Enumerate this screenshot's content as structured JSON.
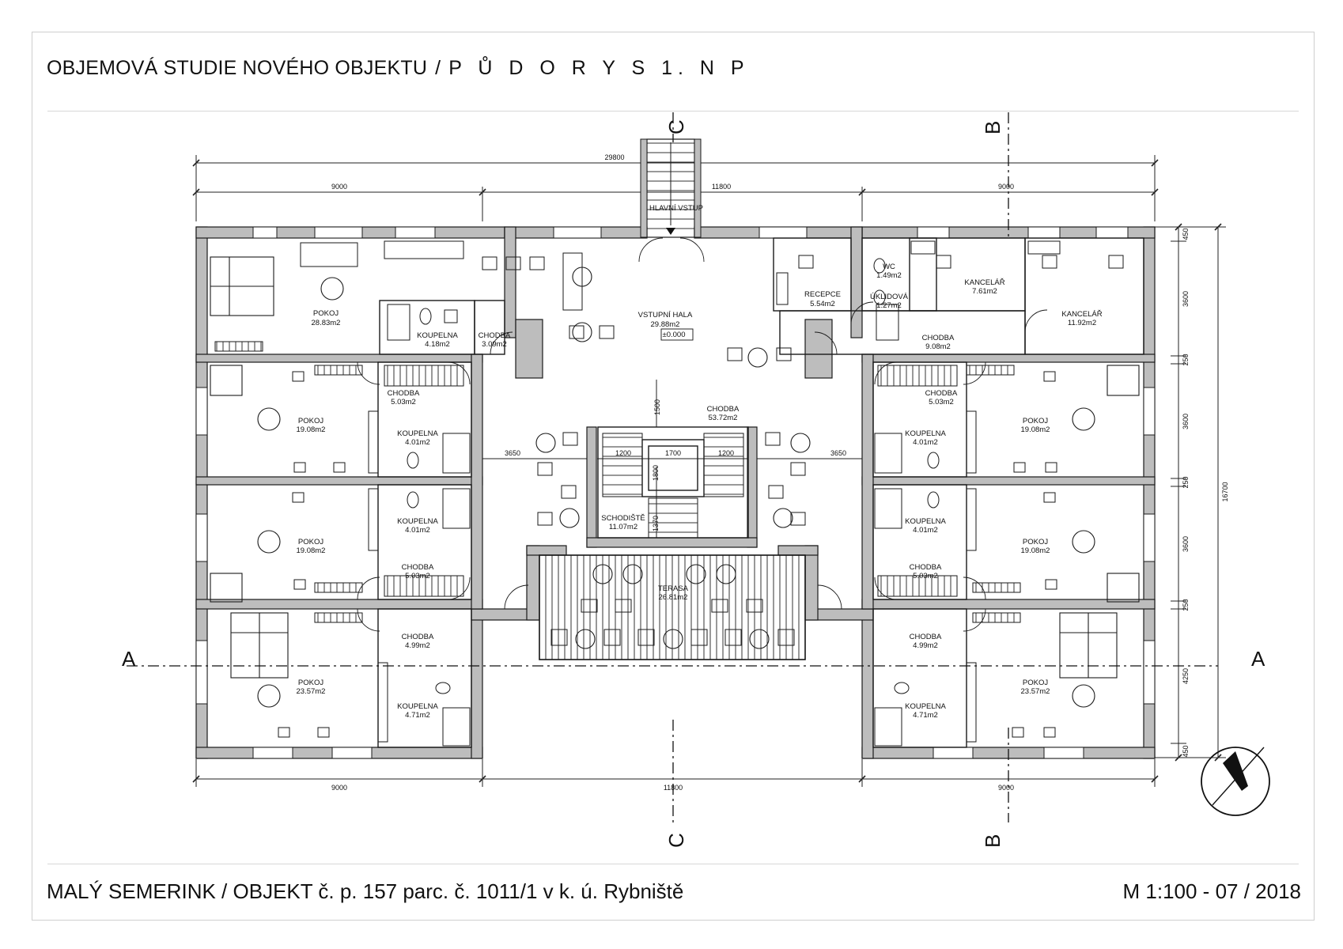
{
  "header": {
    "title": "OBJEMOVÁ STUDIE NOVÉHO OBJEKTU",
    "separator": "/",
    "subtitle": "P Ů D O R Y S 1. N P"
  },
  "footer": {
    "project": "MALÝ SEMERINK / OBJEKT č. p. 157 parc. č. 1011/1 v k. ú. Rybniště",
    "scale_date": "M 1:100 - 07 / 2018"
  },
  "colors": {
    "wall": "#bdbdbd",
    "line": "#1a1a1a"
  },
  "sections": {
    "A": "A",
    "B": "B",
    "C": "C"
  },
  "dimensions": {
    "total_width": "29800",
    "top": [
      "9000",
      "11800",
      "9000"
    ],
    "bottom": [
      "9000",
      "11800",
      "9000"
    ],
    "corridor": [
      "3650",
      "3650"
    ],
    "stair": [
      "1200",
      "1700",
      "1200",
      "1500",
      "1800",
      "1370"
    ],
    "right_side": [
      "450",
      "3600",
      "250",
      "3600",
      "250",
      "3600",
      "250",
      "4250",
      "450"
    ],
    "total_depth": "16700"
  },
  "rooms": {
    "main_entrance": "HLAVNÍ VSTUP",
    "hall": {
      "name": "VSTUPNÍ HALA",
      "area": "29.88m2",
      "level": "±0.000"
    },
    "reception": {
      "name": "RECEPCE",
      "area": "5.54m2"
    },
    "wc": {
      "name": "WC",
      "area": "1.49m2"
    },
    "cleaning": {
      "name": "ÚKLIDOVÁ",
      "area": "1.27m2"
    },
    "office_1": {
      "name": "KANCELÁŘ",
      "area": "7.61m2"
    },
    "office_2": {
      "name": "KANCELÁŘ",
      "area": "11.92m2"
    },
    "corridor_office": {
      "name": "CHODBA",
      "area": "9.08m2"
    },
    "corridor_main": {
      "name": "CHODBA",
      "area": "53.72m2"
    },
    "stairs": {
      "name": "SCHODIŠTĚ",
      "area": "11.07m2"
    },
    "terrace": {
      "name": "TERASA",
      "area": "26.81m2"
    },
    "room_tl": {
      "name": "POKOJ",
      "area": "28.83m2"
    },
    "bath_tl": {
      "name": "KOUPELNA",
      "area": "4.18m2"
    },
    "corr_tl": {
      "name": "CHODBA",
      "area": "3.09m2"
    },
    "left_unit_2": {
      "room": "POKOJ",
      "room_area": "19.08m2",
      "corr": "CHODBA",
      "corr_area": "5.03m2",
      "bath": "KOUPELNA",
      "bath_area": "4.01m2"
    },
    "left_unit_3": {
      "room": "POKOJ",
      "room_area": "19.08m2",
      "corr": "CHODBA",
      "corr_area": "5.03m2",
      "bath": "KOUPELNA",
      "bath_area": "4.01m2"
    },
    "left_unit_4": {
      "room": "POKOJ",
      "room_area": "23.57m2",
      "corr": "CHODBA",
      "corr_area": "4.99m2",
      "bath": "KOUPELNA",
      "bath_area": "4.71m2"
    },
    "right_unit_2": {
      "room": "POKOJ",
      "room_area": "19.08m2",
      "corr": "CHODBA",
      "corr_area": "5.03m2",
      "bath": "KOUPELNA",
      "bath_area": "4.01m2"
    },
    "right_unit_3": {
      "room": "POKOJ",
      "room_area": "19.08m2",
      "corr": "CHODBA",
      "corr_area": "5.03m2",
      "bath": "KOUPELNA",
      "bath_area": "4.01m2"
    },
    "right_unit_4": {
      "room": "POKOJ",
      "room_area": "23.57m2",
      "corr": "CHODBA",
      "corr_area": "4.99m2",
      "bath": "KOUPELNA",
      "bath_area": "4.71m2"
    }
  }
}
